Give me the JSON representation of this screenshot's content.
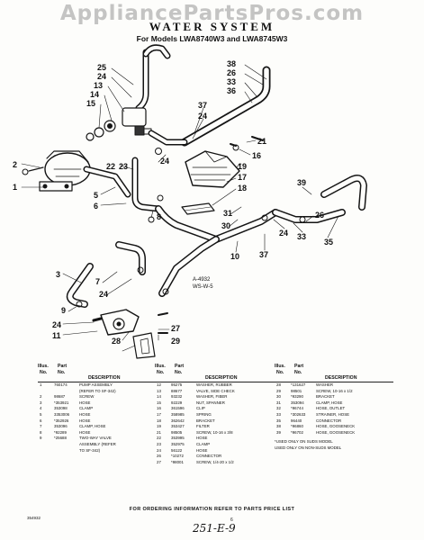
{
  "watermark": "AppliancePartsPros.com",
  "title": "WATER SYSTEM",
  "subtitle": "For Models LWA8740W3 and LWA8745W3",
  "diagram": {
    "callouts": [
      "25",
      "24",
      "13",
      "14",
      "15",
      "38",
      "26",
      "33",
      "36",
      "37",
      "24",
      "21",
      "16",
      "22",
      "23",
      "24",
      "19",
      "17",
      "18",
      "2",
      "1",
      "5",
      "6",
      "8",
      "39",
      "31",
      "30",
      "26",
      "24",
      "33",
      "35",
      "10",
      "37",
      "3",
      "7",
      "24",
      "9",
      "24",
      "11",
      "28",
      "27",
      "29"
    ],
    "reference": "A-4932",
    "reference_sub": "WS-W-5"
  },
  "table": {
    "header": {
      "illus": "Illus.",
      "no": "No.",
      "part": "Part",
      "part_no": "No.",
      "description": "DESCRIPTION"
    },
    "col1": [
      {
        "no": "1",
        "part": "760174",
        "desc": "PUMP ASSEMBLY"
      },
      {
        "no": "",
        "part": "",
        "desc": "(REFER TO SF-342)"
      },
      {
        "no": "2",
        "part": "98687",
        "desc": "SCREW"
      },
      {
        "no": "3",
        "part": "*353921",
        "desc": "HOSE"
      },
      {
        "no": "4",
        "part": "353098",
        "desc": "CLAMP"
      },
      {
        "no": "5",
        "part": "3353006",
        "desc": "HOSE"
      },
      {
        "no": "6",
        "part": "*352926",
        "desc": "HOSE"
      },
      {
        "no": "7",
        "part": "353096",
        "desc": "CLAMP, HOSE"
      },
      {
        "no": "8",
        "part": "*92289",
        "desc": "HOSE"
      },
      {
        "no": "9",
        "part": "*25688",
        "desc": "TWO-WAY VALVE"
      },
      {
        "no": "",
        "part": "",
        "desc": "ASSEMBLY (REFER"
      },
      {
        "no": "",
        "part": "",
        "desc": "TO SF-342)"
      }
    ],
    "col2": [
      {
        "no": "12",
        "part": "95275",
        "desc": "WASHER, RUBBER"
      },
      {
        "no": "13",
        "part": "88677",
        "desc": "VALVE, SIDE CHECK"
      },
      {
        "no": "14",
        "part": "93232",
        "desc": "WASHER, FIBER"
      },
      {
        "no": "15",
        "part": "92229",
        "desc": "NUT, SPANNER"
      },
      {
        "no": "16",
        "part": "361596",
        "desc": "CLIP"
      },
      {
        "no": "17",
        "part": "358985",
        "desc": "SPRING"
      },
      {
        "no": "18",
        "part": "362642",
        "desc": "BRACKET"
      },
      {
        "no": "19",
        "part": "353427",
        "desc": "FILTER"
      },
      {
        "no": "21",
        "part": "98505",
        "desc": "SCREW, 10-16 x 3/8"
      },
      {
        "no": "22",
        "part": "353995",
        "desc": "HOSE"
      },
      {
        "no": "23",
        "part": "352975",
        "desc": "CLAMP"
      },
      {
        "no": "24",
        "part": "56122",
        "desc": "HOSE"
      },
      {
        "no": "26",
        "part": "*10272",
        "desc": "CONNECTOR"
      },
      {
        "no": "27",
        "part": "*98001",
        "desc": "SCREW, 1/4-20 x 1/2"
      }
    ],
    "col3": [
      {
        "no": "28",
        "part": "*131627",
        "desc": "WASHER"
      },
      {
        "no": "29",
        "part": "98501",
        "desc": "SCREW, 10-16 x 1/2"
      },
      {
        "no": "30",
        "part": "*93290",
        "desc": "BRACKET"
      },
      {
        "no": "31",
        "part": "353094",
        "desc": "CLAMP, HOSE"
      },
      {
        "no": "32",
        "part": "*96744",
        "desc": "HOSE, OUTLET"
      },
      {
        "no": "33",
        "part": "*302633",
        "desc": "STRAINER, HOSE"
      },
      {
        "no": "35",
        "part": "96440",
        "desc": "CONNECTOR"
      },
      {
        "no": "38",
        "part": "*96860",
        "desc": "HOSE, GOOSENECK"
      },
      {
        "no": "39",
        "part": "*96702",
        "desc": "HOSE, GOOSENECK"
      }
    ],
    "notes": [
      "*USED ONLY ON SUDS MODEL",
      "USED ONLY ON NON-SUDS MODEL"
    ]
  },
  "footer": "FOR ORDERING INFORMATION REFER TO PARTS PRICE LIST",
  "doc_number": "354932",
  "page_number": "6",
  "handwritten": "251-E-9"
}
